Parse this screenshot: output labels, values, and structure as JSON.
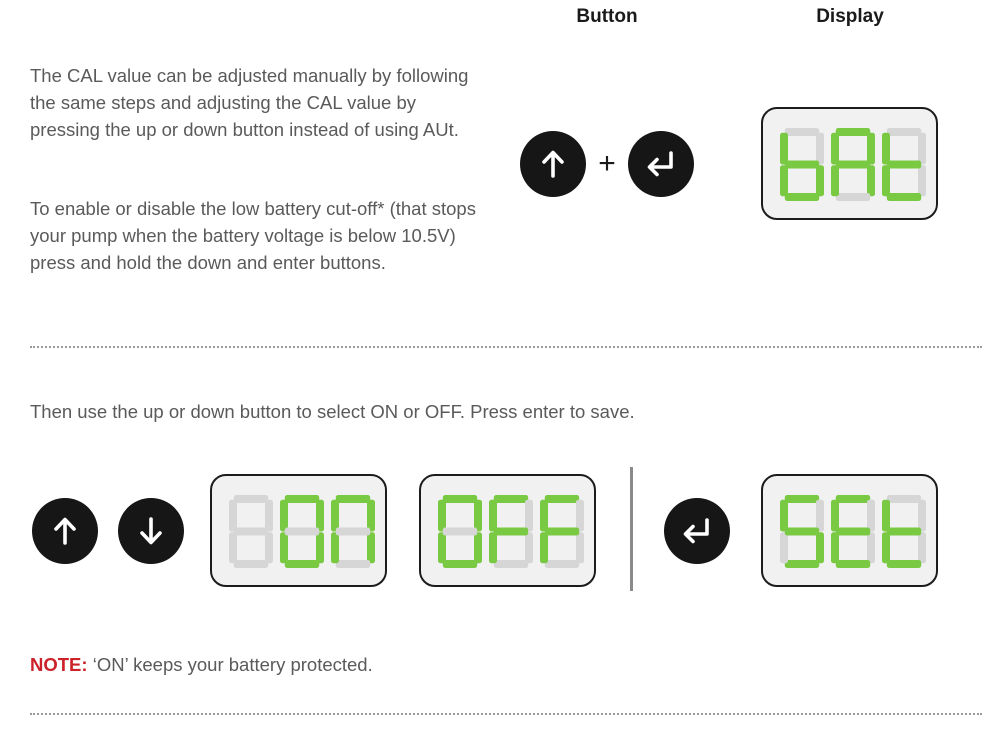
{
  "headers": {
    "button": "Button",
    "display": "Display"
  },
  "intro": {
    "paragraph1": "The CAL value can be adjusted manually by following the same steps and adjusting the CAL value by pressing the up or down button instead of using AUt.",
    "paragraph2": "To enable or disable the low battery cut-off* (that stops your pump when the battery voltage is below 10.5V) press and hold the down and enter buttons."
  },
  "step1": {
    "plus": "+",
    "display": "bAt"
  },
  "instruction": "Then use the up or down button to select ON or OFF. Press enter to save.",
  "step2": {
    "display_on": "ON",
    "display_off": "OFF",
    "display_set": "SEt"
  },
  "note": {
    "label": "NOTE:",
    "text": " ‘ON’ keeps your battery protected."
  },
  "colors": {
    "segment_on": "#7ac943",
    "segment_off": "#d6d6d6",
    "button_bg": "#161616",
    "note_label": "#cc2229"
  },
  "icons": [
    "arrow-up-icon",
    "enter-icon",
    "arrow-down-icon"
  ]
}
